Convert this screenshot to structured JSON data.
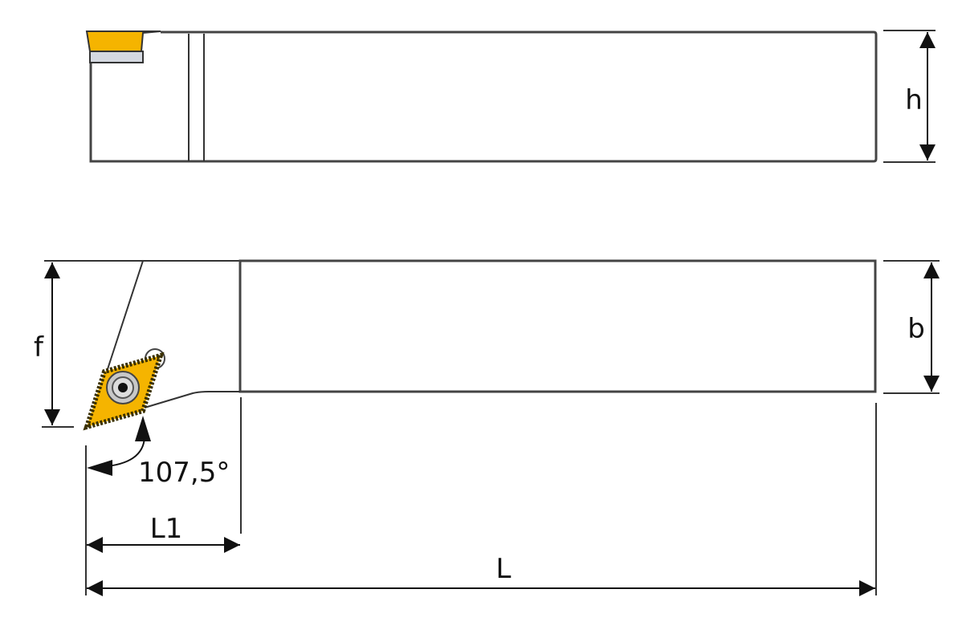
{
  "labels": {
    "h": "h",
    "b": "b",
    "f": "f",
    "l1": "L1",
    "l": "L",
    "angle": "107,5°"
  },
  "colors": {
    "insert": "#f5b400",
    "shim": "#d4d8e0",
    "line": "#333333"
  }
}
